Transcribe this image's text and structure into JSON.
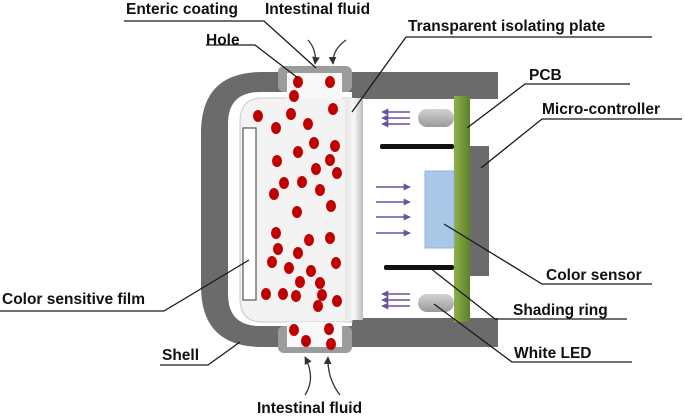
{
  "labels": {
    "enteric_coating": "Enteric coating",
    "intestinal_fluid_top": "Intestinal fluid",
    "transparent_isolating_plate": "Transparent isolating plate",
    "hole": "Hole",
    "pcb": "PCB",
    "micro_controller": "Micro-controller",
    "color_sensor": "Color sensor",
    "shading_ring": "Shading ring",
    "white_led": "White LED",
    "color_sensitive_film": "Color sensitive film",
    "shell": "Shell",
    "intestinal_fluid_bottom": "Intestinal fluid"
  },
  "colors": {
    "shell": "#6b6b6b",
    "enteric_coating": "#9c9c9c",
    "chamber": "#f3f3f3",
    "particles": "#c00000",
    "pcb": "#7a9a3a",
    "micro_controller": "#6b6b6b",
    "color_sensor": "#a9c8e8",
    "shading_ring": "#111111",
    "white_led": "#b5b5b5",
    "light_arrows": "#6b4fa0",
    "leader_lines": "#1a1a1a"
  }
}
